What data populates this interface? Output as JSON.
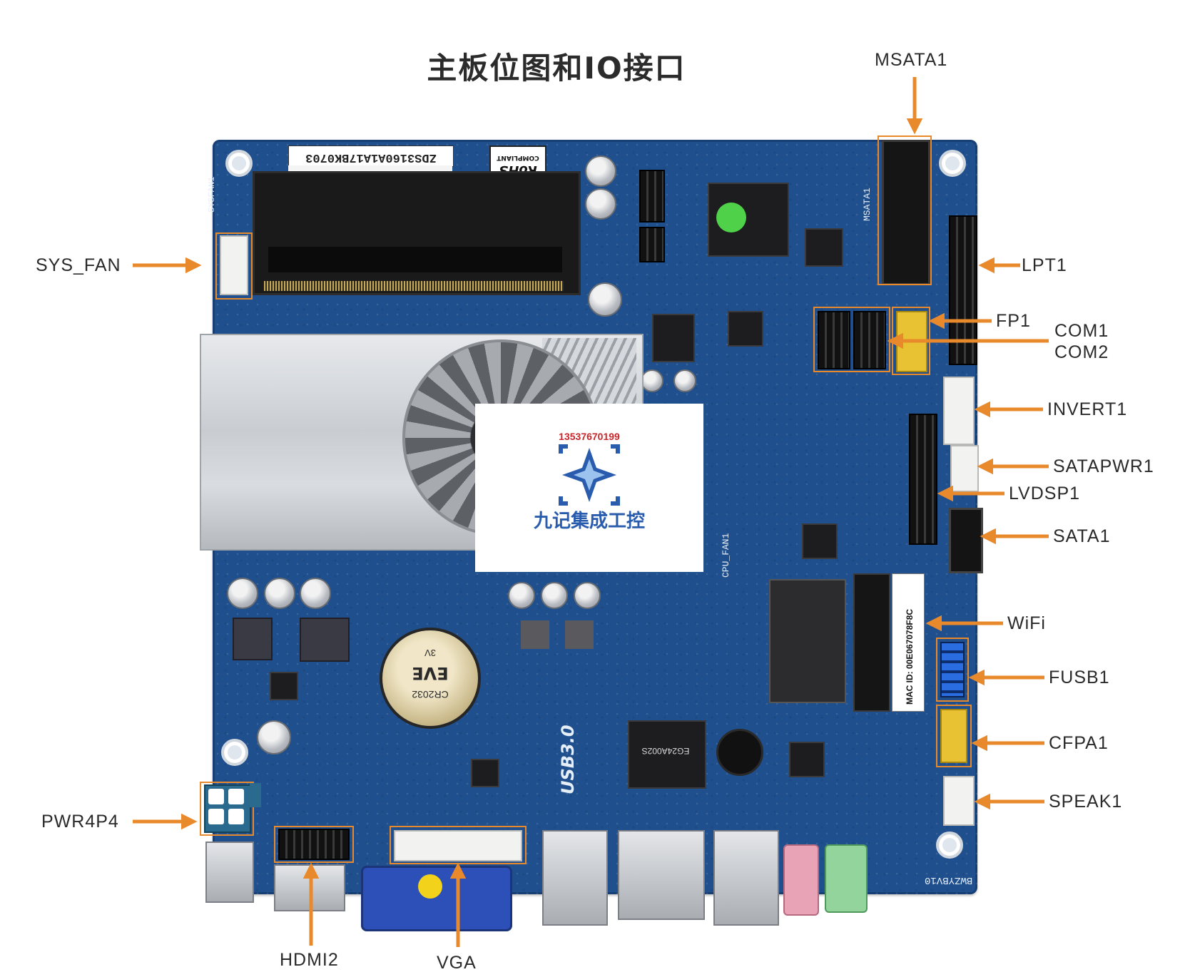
{
  "title": "主板位图和IO接口",
  "board_text": {
    "serial": "ZDS3160A1A17BK0703",
    "rohs": "RoHS",
    "compliant": "COMPLIANT",
    "model": "BWZYBV10",
    "usb3": "USB3.0",
    "sys_fan_silk": "SYSFAN1",
    "msata_silk": "MSATA1",
    "cpu_fan_silk": "CPU_FAN1",
    "battery_brand": "EVE",
    "battery_model": "CR2032",
    "battery_voltage": "3V",
    "mac_label": "MAC ID: 00E067078F8C",
    "chip_label": "EG24A002S"
  },
  "watermark": {
    "phone": "13537670199",
    "name": "九记集成工控"
  },
  "labels": {
    "msata1": "MSATA1",
    "sys_fan": "SYS_FAN",
    "lpt1": "LPT1",
    "fp1": "FP1",
    "com1": "COM1",
    "com2": "COM2",
    "invert1": "INVERT1",
    "satapwr1": "SATAPWR1",
    "lvdsp1": "LVDSP1",
    "sata1": "SATA1",
    "wifi": "WiFi",
    "fusb1": "FUSB1",
    "cfpa1": "CFPA1",
    "speak1": "SPEAK1",
    "pwr4p4": "PWR4P4",
    "hdmi2": "HDMI2",
    "vga": "VGA"
  },
  "colors": {
    "board": "#1f4f8c",
    "highlight": "#e8892b",
    "arrow": "#e8892b",
    "label_text": "#2a2a2a",
    "watermark_phone": "#c8262b",
    "watermark_logo": "#2a5cae"
  }
}
